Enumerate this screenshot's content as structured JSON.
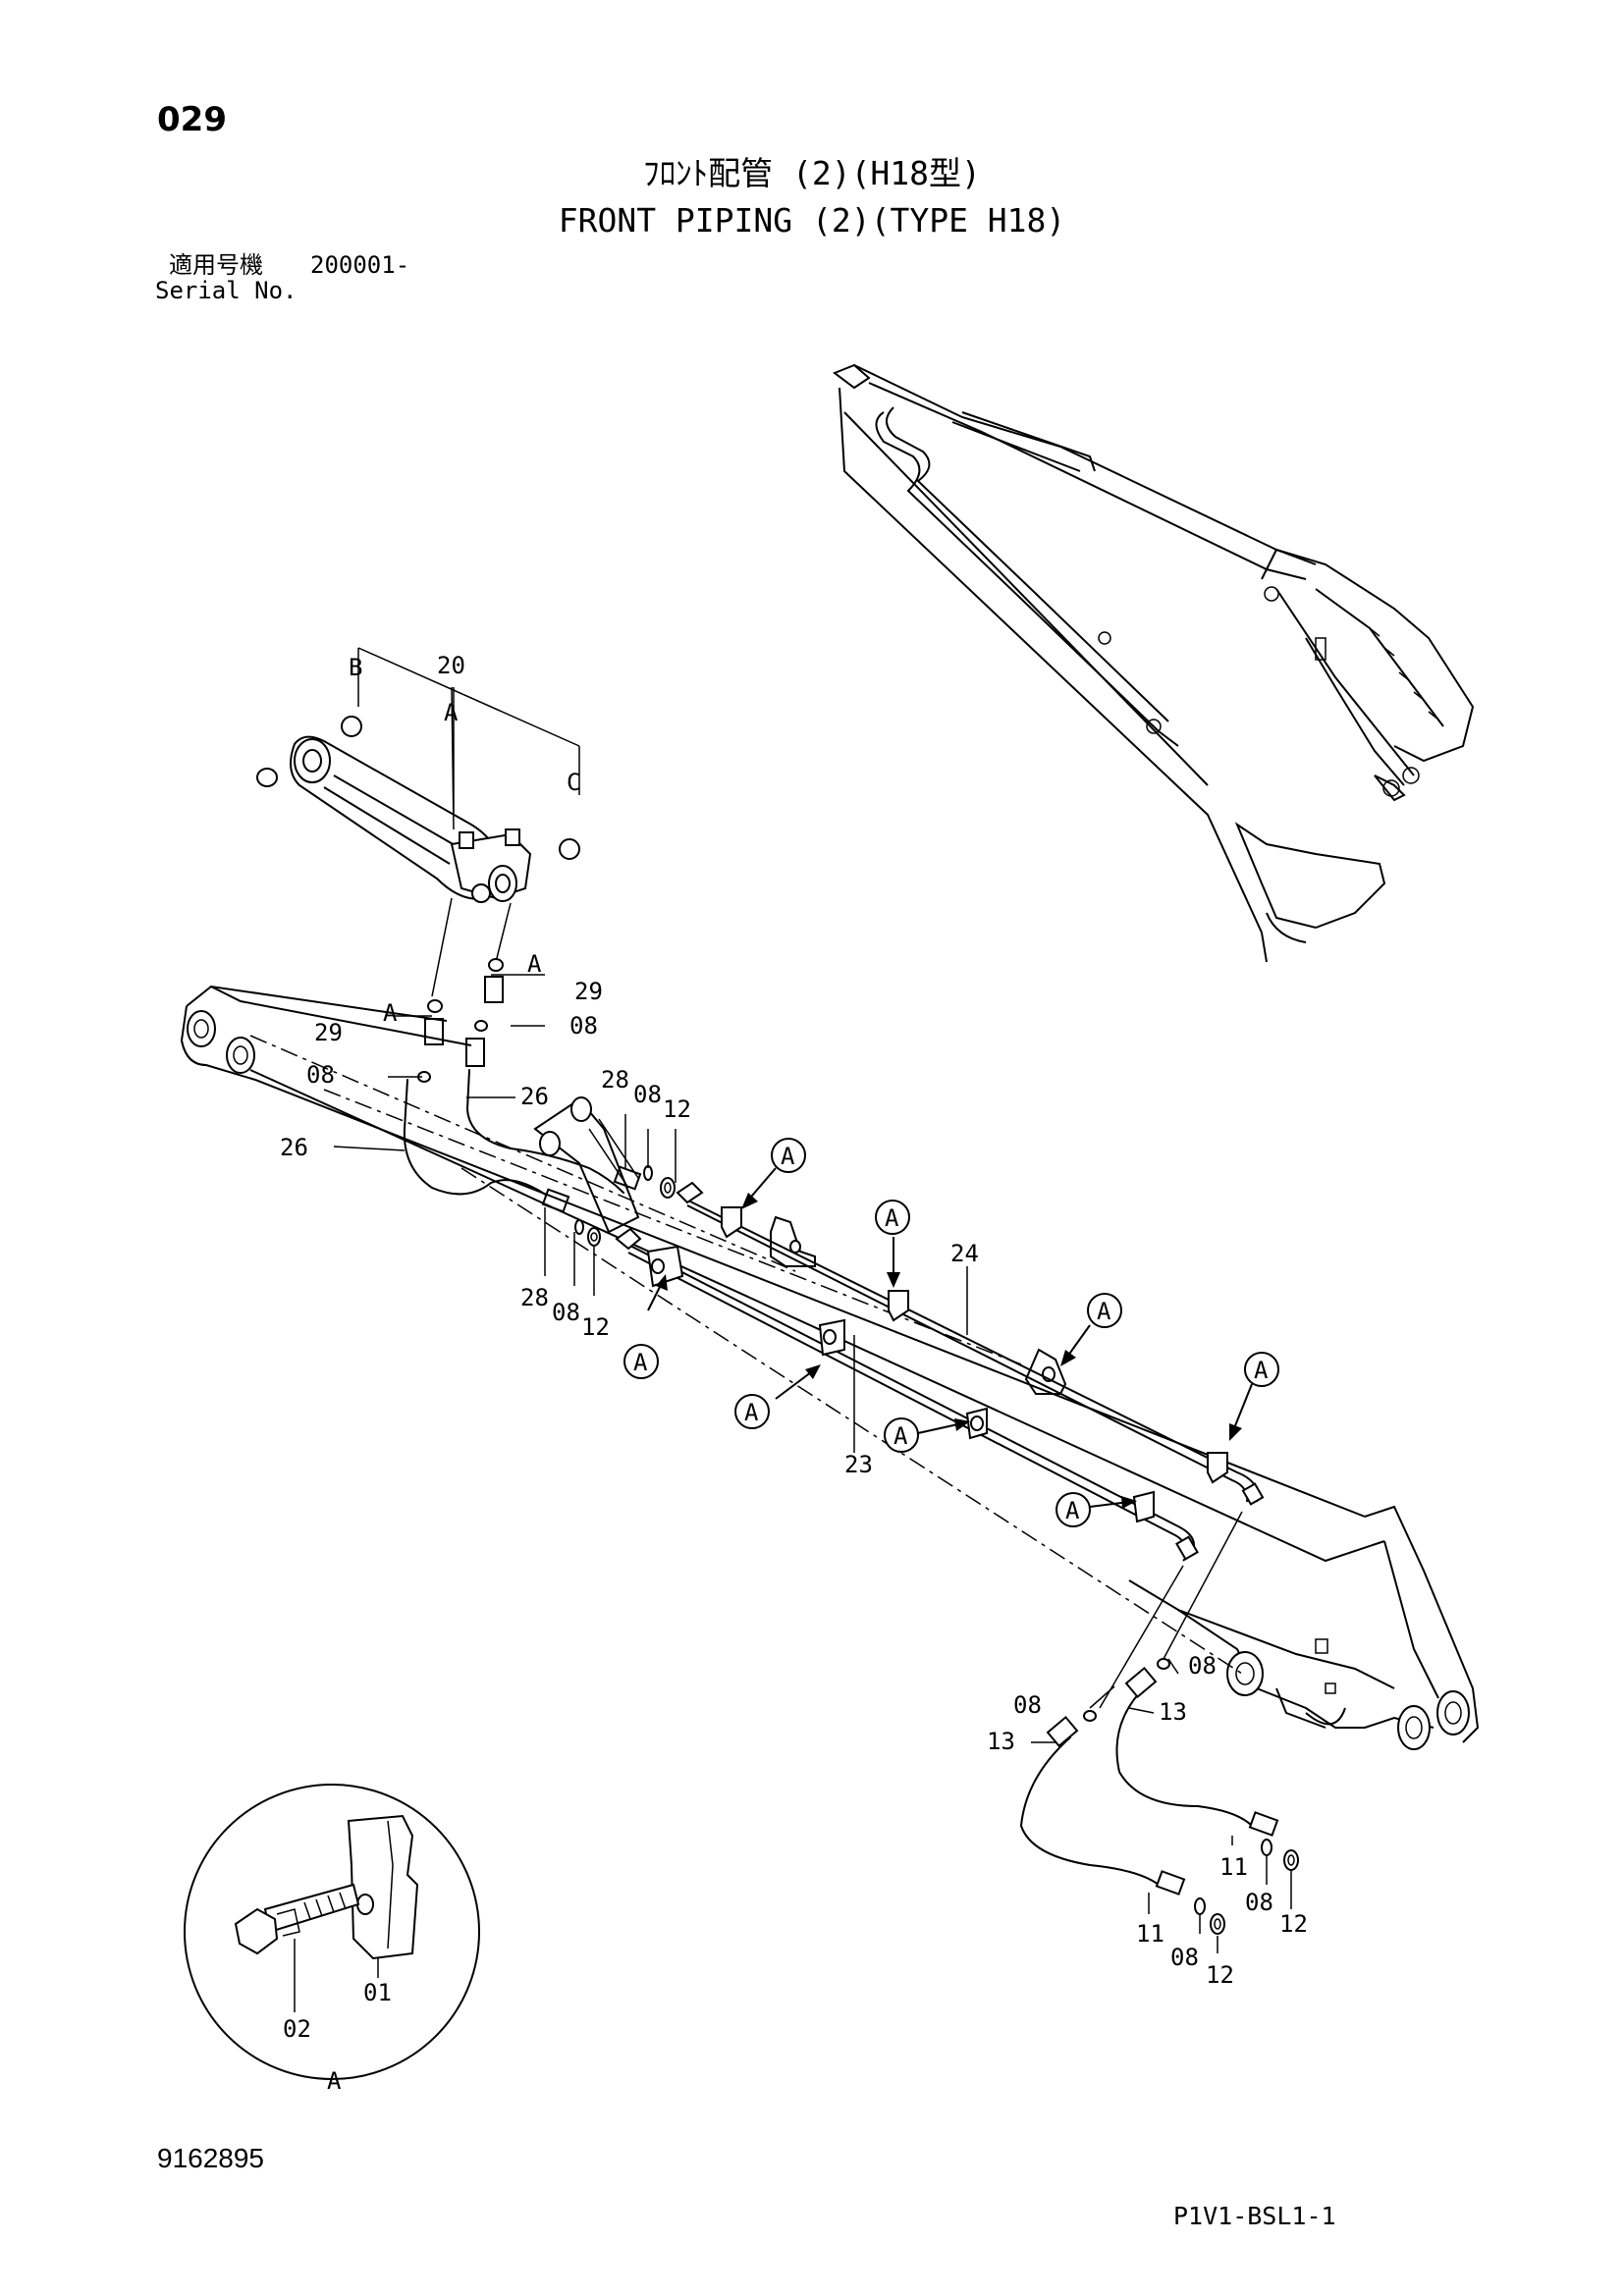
{
  "header": {
    "page_number": "029",
    "title_jp": "ﾌﾛﾝﾄ配管 (2)(H18型)",
    "title_en": "FRONT PIPING (2)(TYPE H18)",
    "serial_label_jp": "適用号機",
    "serial_number": "200001-",
    "serial_label_en": "Serial No."
  },
  "footer": {
    "document_code": "9162895",
    "page_code": "P1V1-BSL1-1"
  },
  "callouts": {
    "c20": "20",
    "cA_top": "A",
    "cB": "B",
    "cC": "C",
    "cA29_left": "A",
    "c29_left": "29",
    "c08_left": "08",
    "c26_left": "26",
    "cA29_right": "A",
    "c29_right": "29",
    "c08_right": "08",
    "c26_right": "26",
    "c28_top": "28",
    "c08_top": "08",
    "c12_top": "12",
    "c28_bot": "28",
    "c08_bot": "08",
    "c12_bot": "12",
    "c24": "24",
    "c23": "23",
    "cA1": "A",
    "cA2": "A",
    "cA3": "A",
    "cA4": "A",
    "cA5": "A",
    "cA6": "A",
    "cA7": "A",
    "cA8": "A",
    "c08_hose_r": "08",
    "c08_hose_l": "08",
    "c13_l": "13",
    "c13_r": "13",
    "c11_l": "11",
    "c11_r": "11",
    "c08_end_l": "08",
    "c08_end_r": "08",
    "c12_end_l": "12",
    "c12_end_r": "12",
    "c02": "02",
    "c01": "01",
    "cA_detail": "A"
  }
}
